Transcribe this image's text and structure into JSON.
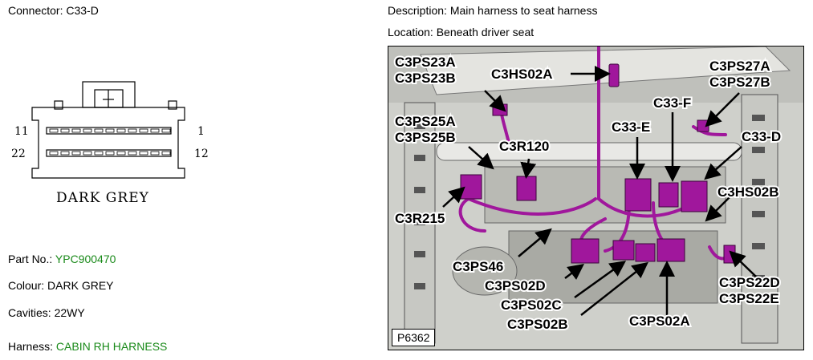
{
  "left_panel": {
    "connector_label": "Connector:",
    "connector_value": "C33-D",
    "part_label": "Part No.:",
    "part_value": "YPC900470",
    "colour_label": "Colour:",
    "colour_value": "DARK GREY",
    "cavities_label": "Cavities:",
    "cavities_value": "22WY",
    "harness_label": "Harness:",
    "harness_value": "CABIN RH HARNESS"
  },
  "diagram": {
    "pin_top_left": "11",
    "pin_top_right": "1",
    "pin_bottom_left": "22",
    "pin_bottom_right": "12",
    "colour_caption": "DARK GREY"
  },
  "right_panel": {
    "description_label": "Description:",
    "description_value": "Main harness to seat harness",
    "location_label": "Location:",
    "location_value": "Beneath driver seat",
    "figure_id": "P6362",
    "callouts": [
      "C3PS23A",
      "C3PS23B",
      "C3HS02A",
      "C3PS27A",
      "C3PS27B",
      "C3PS25A",
      "C3PS25B",
      "C33-F",
      "C33-E",
      "C33-D",
      "C3R120",
      "C3HS02B",
      "C3R215",
      "C3PS46",
      "C3PS02D",
      "C3PS02C",
      "C3PS02B",
      "C3PS02A",
      "C3PS22D",
      "C3PS22E"
    ]
  },
  "colors": {
    "accent_green": "#1a8a1a",
    "connector_magenta": "#a0179c"
  }
}
